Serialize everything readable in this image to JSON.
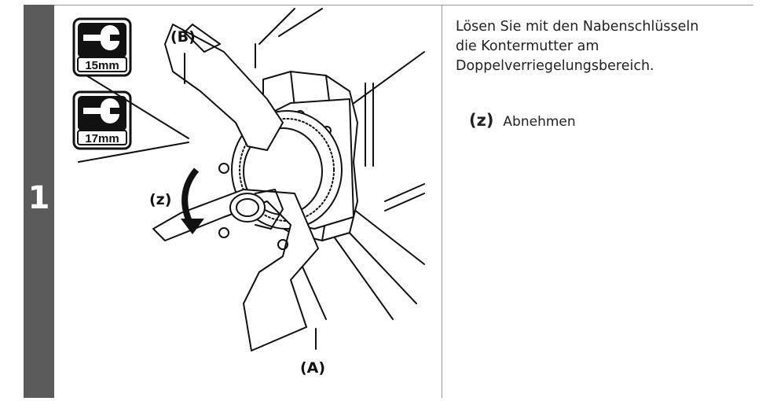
{
  "step": {
    "number": "1"
  },
  "tools": [
    {
      "icon": "wrench-icon",
      "size": "15mm"
    },
    {
      "icon": "wrench-icon",
      "size": "17mm"
    }
  ],
  "figure": {
    "callout_b": "(B)",
    "callout_z": "(z)",
    "callout_a": "(A)"
  },
  "instruction": {
    "text_lines": [
      "Lösen Sie mit den Nabenschlüsseln",
      "die Kontermutter am",
      "Doppelverriegelungsbereich."
    ],
    "action_key": "(z)",
    "action_label": "Abnehmen"
  },
  "colors": {
    "step_bar": "#5b5b5b",
    "border": "#9a9a9a",
    "text": "#222222"
  }
}
